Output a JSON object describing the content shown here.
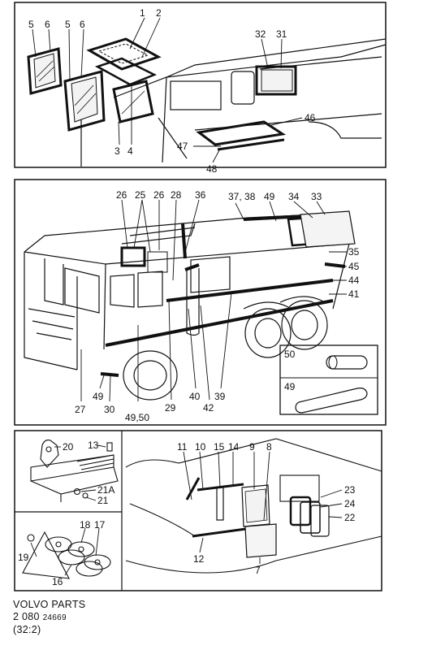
{
  "panels": {
    "top": {
      "labels": [
        "5",
        "6",
        "5",
        "6",
        "1",
        "2",
        "32",
        "31",
        "46",
        "47",
        "48",
        "3",
        "4"
      ]
    },
    "middle": {
      "labels": [
        "26",
        "25",
        "26",
        "28",
        "36",
        "37, 38",
        "49",
        "34",
        "33",
        "35",
        "45",
        "44",
        "41",
        "27",
        "49",
        "30",
        "49,50",
        "29",
        "40",
        "42",
        "39"
      ],
      "inset_labels": [
        "50",
        "49"
      ]
    },
    "bottom_left": {
      "labels": [
        "20",
        "13",
        "21A",
        "21",
        "18",
        "17",
        "19",
        "16"
      ]
    },
    "bottom_right": {
      "labels": [
        "11",
        "10",
        "15",
        "14",
        "9",
        "8",
        "23",
        "24",
        "22",
        "12",
        "7"
      ]
    }
  },
  "caption": {
    "line1": "VOLVO PARTS",
    "line2_main": "2  080",
    "line2_sub": "24669",
    "line3": "(32:2)"
  }
}
